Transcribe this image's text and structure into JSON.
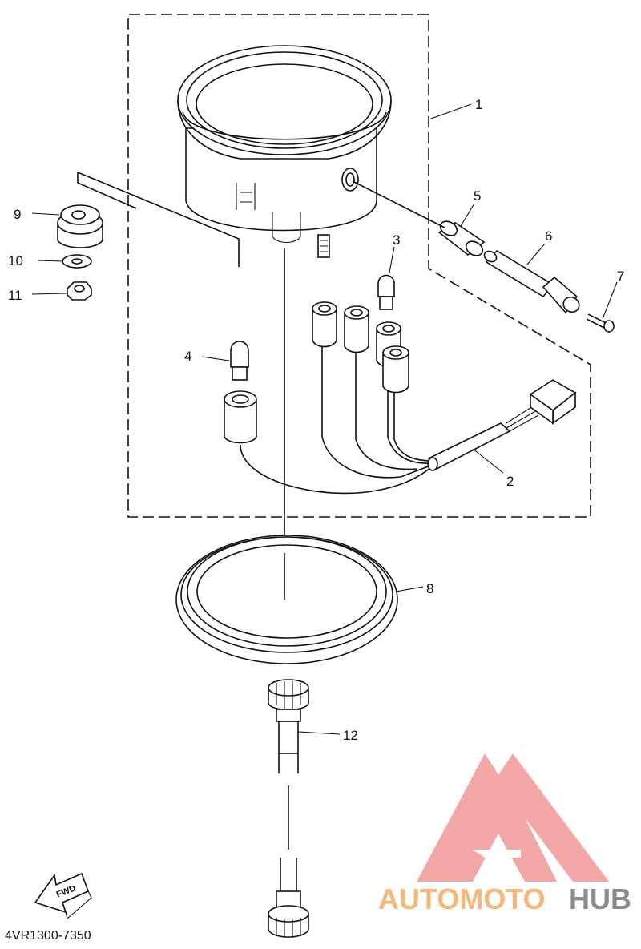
{
  "diagram": {
    "callouts": [
      "1",
      "2",
      "3",
      "4",
      "5",
      "6",
      "7",
      "8",
      "9",
      "10",
      "11",
      "12"
    ],
    "fwd_label": "FWD",
    "part_code": "4VR1300-7350"
  },
  "watermark": {
    "text_part1": "AUTOMOTO",
    "text_part2": "HUB",
    "colors": {
      "orange": "#f6b77a",
      "red": "#f08a8a",
      "gray": "#8c8c8c"
    }
  }
}
